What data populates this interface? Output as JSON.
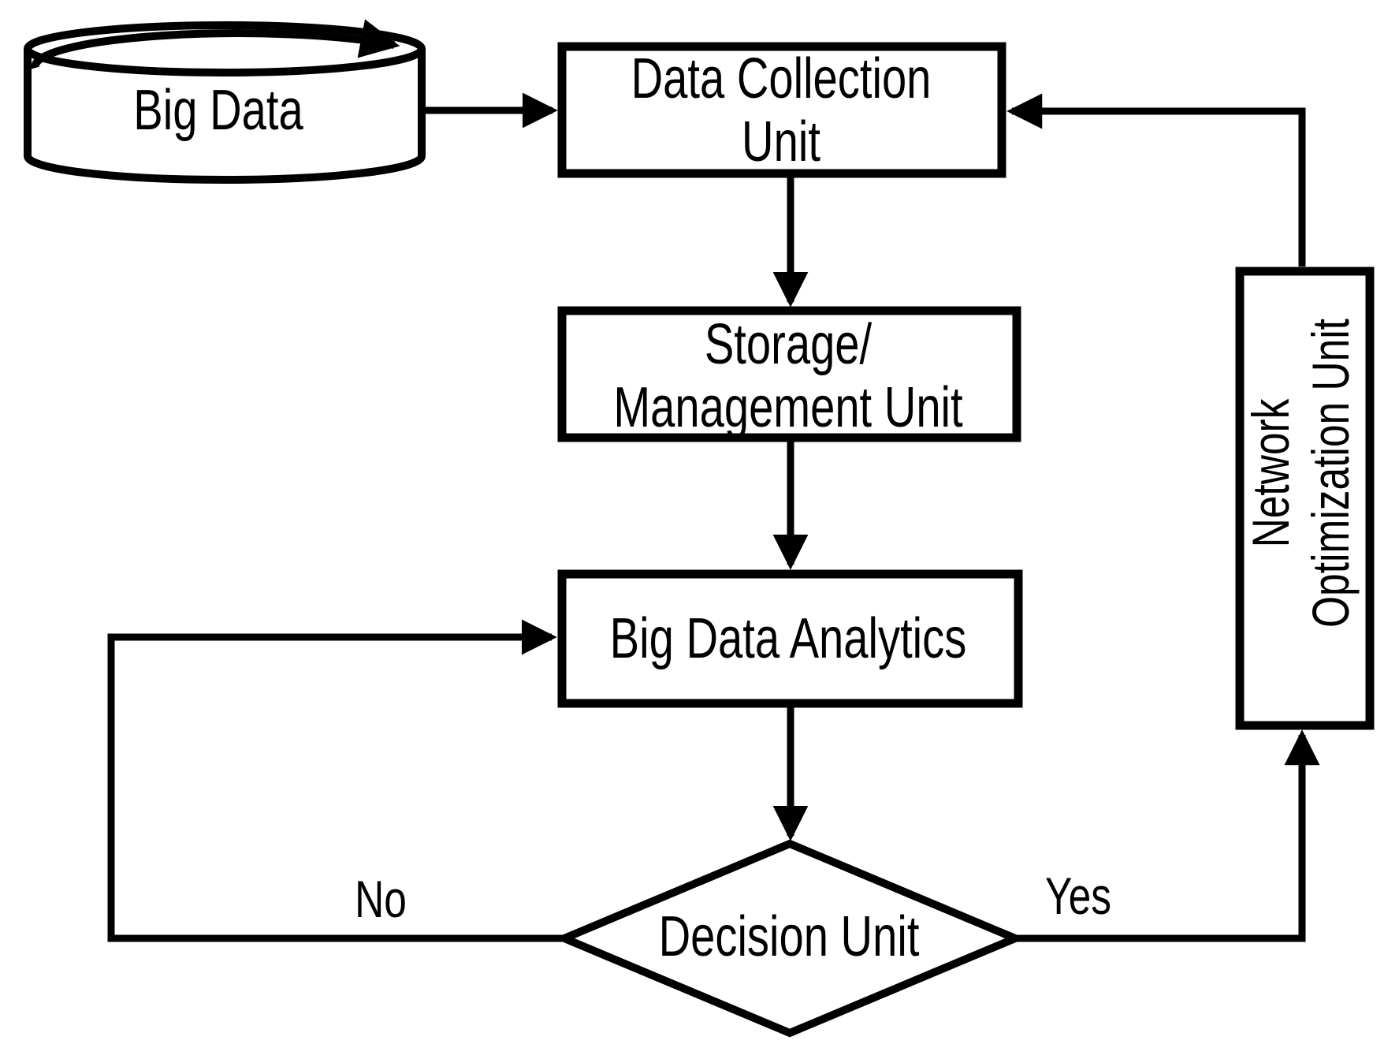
{
  "diagram_type": "flowchart",
  "colors": {
    "background": "#ffffff",
    "stroke": "#000000",
    "text": "#000000"
  },
  "nodes": {
    "big_data": {
      "shape": "cylinder",
      "label": "Big Data"
    },
    "data_collection": {
      "shape": "rectangle",
      "lines": [
        "Data Collection",
        "Unit"
      ]
    },
    "storage": {
      "shape": "rectangle",
      "lines": [
        "Storage/",
        "Management Unit"
      ]
    },
    "analytics": {
      "shape": "rectangle",
      "label": "Big Data Analytics"
    },
    "decision": {
      "shape": "diamond",
      "label": "Decision Unit"
    },
    "network_optimization": {
      "shape": "rectangle-rotated-text",
      "lines": [
        "Network",
        "Optimization Unit"
      ]
    }
  },
  "edge_labels": {
    "no": "No",
    "yes": "Yes"
  }
}
